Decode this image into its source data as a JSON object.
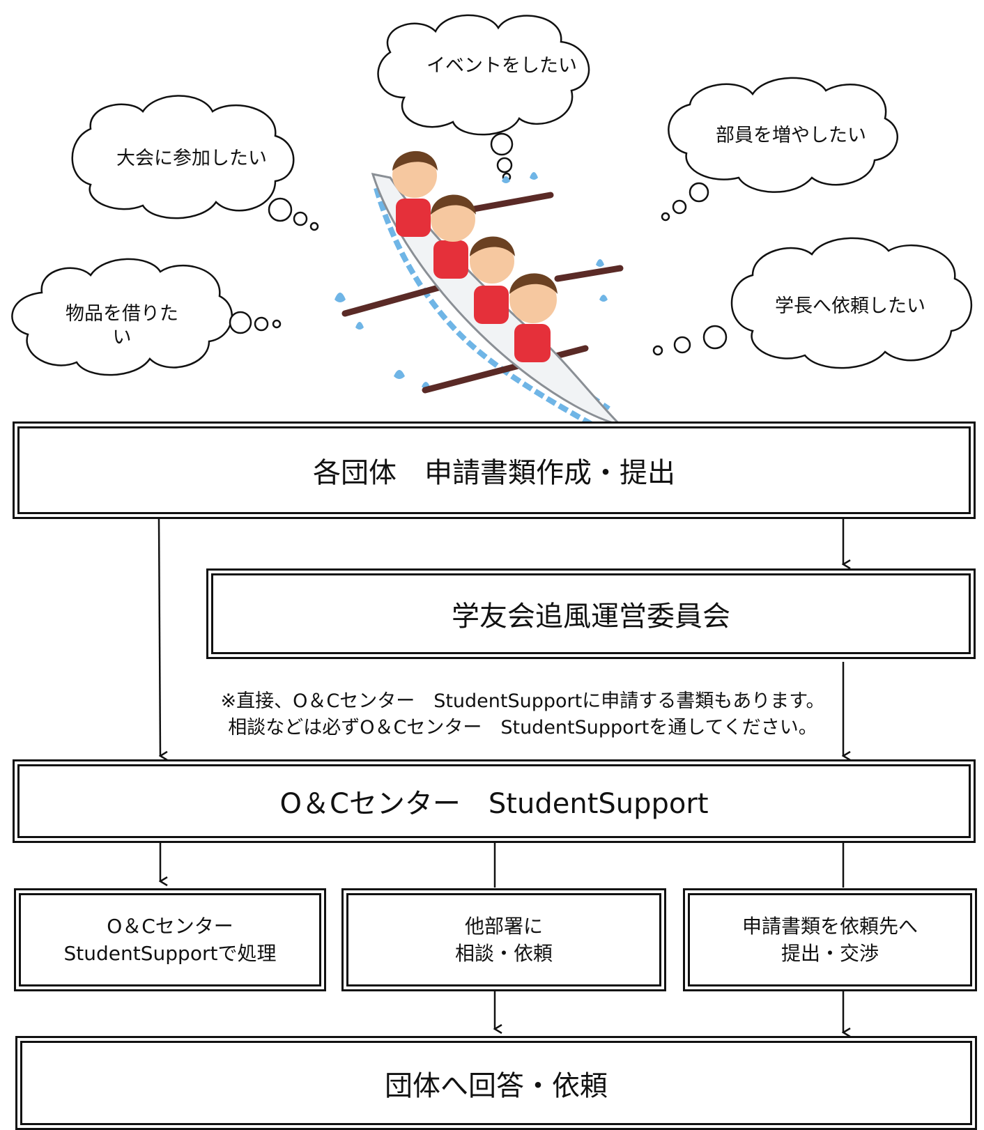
{
  "bubbles": {
    "event": "イベントをしたい",
    "tournament": "大会に参加したい",
    "members": "部員を増やしたい",
    "goods": "物品を借りた\nい",
    "president": "学長へ依頼したい"
  },
  "boxes": {
    "submit": "各団体　申請書類作成・提出",
    "committee": "学友会追風運営委員会",
    "center": "O＆Cセンター　StudentSupport",
    "process_line1": "O＆Cセンター",
    "process_line2": "StudentSupportで処理",
    "consult_line1": "他部署に",
    "consult_line2": "相談・依頼",
    "forward_line1": "申請書類を依頼先へ",
    "forward_line2": "提出・交渉",
    "reply": "団体へ回答・依頼"
  },
  "note": {
    "line1": "※直接、O＆Cセンター　StudentSupportに申請する書類もあります。",
    "line2": "相談などは必ずO＆Cセンター　StudentSupportを通してください。"
  }
}
